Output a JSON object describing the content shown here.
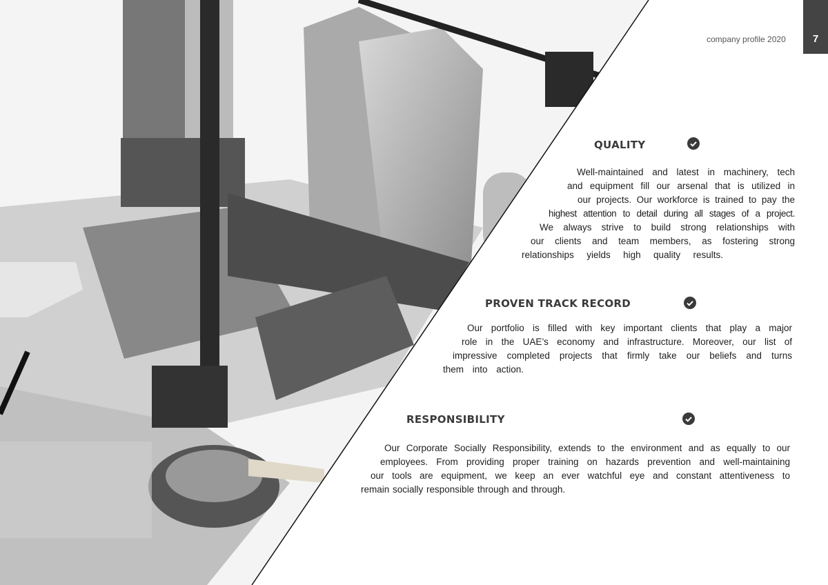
{
  "header": {
    "title": "company profile 2020",
    "page_number": "7"
  },
  "sections": [
    {
      "heading": "QUALITY",
      "icon": "check-circle-icon",
      "lines": [
        "Well-maintained and latest in machinery, tech",
        "and equipment fill our arsenal that is utilized in",
        "our projects. Our workforce is trained to pay the",
        "highest attention to detail during all stages of a project.",
        "We always strive to build strong relationships with",
        "our clients and team members, as fostering strong",
        "relationships yields high quality results."
      ]
    },
    {
      "heading": "PROVEN TRACK RECORD",
      "icon": "check-circle-icon",
      "lines": [
        "Our portfolio is filled with key important clients that play a major",
        "role in the UAE’s economy and infrastructure. Moreover, our list of",
        "impressive completed projects that firmly take our beliefs and turns",
        "them into action."
      ]
    },
    {
      "heading": "RESPONSIBILITY",
      "icon": "check-circle-icon",
      "lines": [
        "Our Corporate Socially Responsibility, extends to the environment and as equally to our",
        "employees. From providing proper training on hazards prevention and well-maintaining",
        "our tools are equipment, we keep an ever watchful eye and constant attentiveness to",
        "remain socially responsible through and through."
      ]
    }
  ]
}
